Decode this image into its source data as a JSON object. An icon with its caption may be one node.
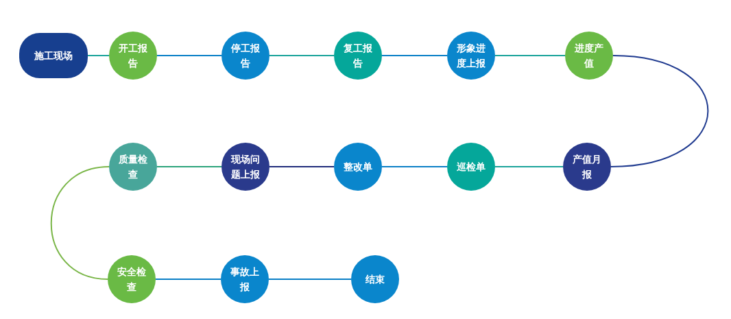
{
  "diagram": {
    "nodes": [
      {
        "text": [
          "施工现场"
        ]
      },
      {
        "text": [
          "开工报告"
        ]
      },
      {
        "text": [
          "停工报告"
        ]
      },
      {
        "text": [
          "复工报告"
        ]
      },
      {
        "text": [
          "形象进度上报"
        ]
      },
      {
        "text": [
          "进度产值"
        ]
      },
      {
        "text": [
          "质量检查"
        ]
      },
      {
        "text": [
          "现场问题上报"
        ]
      },
      {
        "text": [
          "整改单"
        ]
      },
      {
        "text": [
          "巡检单"
        ]
      },
      {
        "text": [
          "产值月报"
        ]
      },
      {
        "text": [
          "安全检查"
        ]
      },
      {
        "text": [
          "事故上报"
        ]
      },
      {
        "text": [
          "结束"
        ]
      }
    ],
    "edges": [
      {
        "from": 0,
        "to": 1,
        "arrow": "none",
        "color": "#1aa39a"
      },
      {
        "from": 1,
        "to": 2,
        "arrow": "none",
        "color": "#0a7fc6"
      },
      {
        "from": 2,
        "to": 3,
        "arrow": "none",
        "color": "#1aa39a"
      },
      {
        "from": 3,
        "to": 4,
        "arrow": "none",
        "color": "#0a7fc6"
      },
      {
        "from": 4,
        "to": 5,
        "arrow": "none",
        "color": "#1aa39a"
      },
      {
        "from": 5,
        "to": 10,
        "arrow": "none",
        "color": "#1f3a8f"
      },
      {
        "from": 10,
        "to": 9,
        "arrow": "none",
        "color": "#1aa39a"
      },
      {
        "from": 9,
        "to": 8,
        "arrow": "none",
        "color": "#0a7fc6"
      },
      {
        "from": 8,
        "to": 7,
        "arrow": "none",
        "color": "#1f2a7a"
      },
      {
        "from": 7,
        "to": 6,
        "arrow": "none",
        "color": "#2aa37a"
      },
      {
        "from": 6,
        "to": 11,
        "arrow": "none",
        "color": "#7ab648"
      },
      {
        "from": 11,
        "to": 12,
        "arrow": "none",
        "color": "#0a7fc6"
      },
      {
        "from": 12,
        "to": 13,
        "arrow": "none",
        "color": "#0a7fc6"
      }
    ]
  }
}
